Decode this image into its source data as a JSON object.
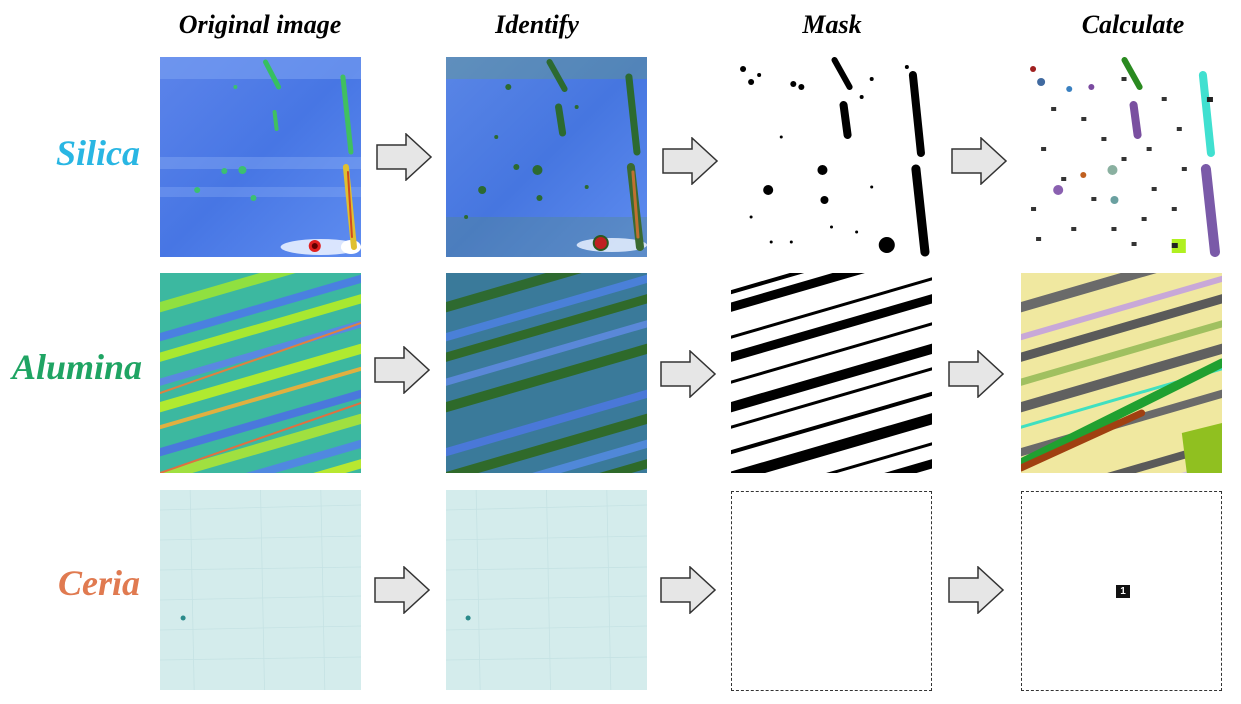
{
  "columns": [
    "Original image",
    "Identify",
    "Mask",
    "Calculate"
  ],
  "rows": [
    {
      "label": "Silica",
      "color": "#29b6e3"
    },
    {
      "label": "Alumina",
      "color": "#1fa463"
    },
    {
      "label": "Ceria",
      "color": "#e07a50"
    }
  ],
  "ceria_calculate_badge": "1",
  "colors": {
    "silica_base": "#4a78e8",
    "alumina_base": "#3fb050",
    "ceria_base": "#d6ecec",
    "identify_overlay": "#2a6a2a",
    "arrow_fill": "#e6e6e6",
    "arrow_stroke": "#333333"
  }
}
